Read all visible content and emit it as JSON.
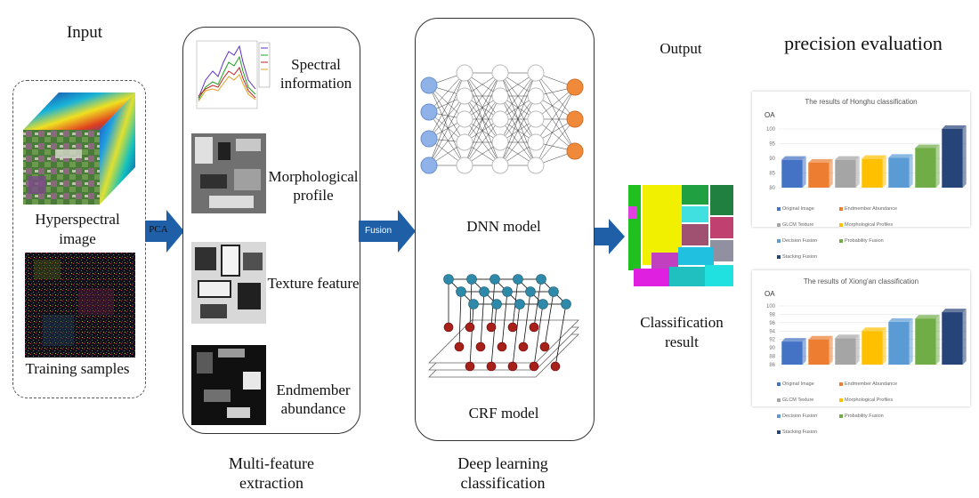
{
  "labels": {
    "input": "Input",
    "output": "Output",
    "precision": "precision evaluation",
    "hyperspectral": "Hyperspectral image",
    "training": "Training samples",
    "pca": "PCA",
    "fusion": "Fusion",
    "spectral": "Spectral information",
    "morph": "Morphological profile",
    "texture": "Texture feature",
    "endmember": "Endmember abundance",
    "multi": "Multi-feature extraction",
    "dnn": "DNN model",
    "crf": "CRF model",
    "deep": "Deep learning classification",
    "classres": "Classification result"
  },
  "colors": {
    "arrow": "#1f5fa8",
    "dnn_input": "#8fb3e8",
    "dnn_output": "#f0893a",
    "crf_top": "#2e8aa8",
    "crf_bottom": "#a8201a"
  },
  "chart_data": [
    {
      "type": "bar",
      "title": "The results of Honghu classification",
      "ylabel": "OA",
      "categories": [
        "Original Image",
        "Endmember Abundance",
        "GLCM Texture",
        "Morphological Profiles",
        "Decision Fusion",
        "Probability Fusion",
        "Stacking Fusion"
      ],
      "values": [
        89.5,
        88.5,
        89.5,
        89.8,
        90.2,
        93.5,
        100
      ],
      "colors": [
        "#4472c4",
        "#ed7d31",
        "#a5a5a5",
        "#ffc000",
        "#5b9bd5",
        "#70ad47",
        "#264478"
      ],
      "yticks": [
        80,
        85,
        90,
        95,
        100
      ],
      "ylim": [
        80,
        100
      ],
      "legend": "bottom"
    },
    {
      "type": "bar",
      "title": "The results of Xiong'an classification",
      "ylabel": "OA",
      "categories": [
        "Original Image",
        "Endmember Abundance",
        "GLCM Texture",
        "Morphological Profiles",
        "Decision Fusion",
        "Probability Fusion",
        "Stacking Fusion"
      ],
      "values": [
        91.5,
        92,
        92.3,
        94,
        96.2,
        97,
        98.5
      ],
      "colors": [
        "#4472c4",
        "#ed7d31",
        "#a5a5a5",
        "#ffc000",
        "#5b9bd5",
        "#70ad47",
        "#264478"
      ],
      "yticks": [
        86,
        88,
        90,
        92,
        94,
        96,
        98,
        100
      ],
      "ylim": [
        86,
        100
      ],
      "legend": "bottom"
    }
  ]
}
